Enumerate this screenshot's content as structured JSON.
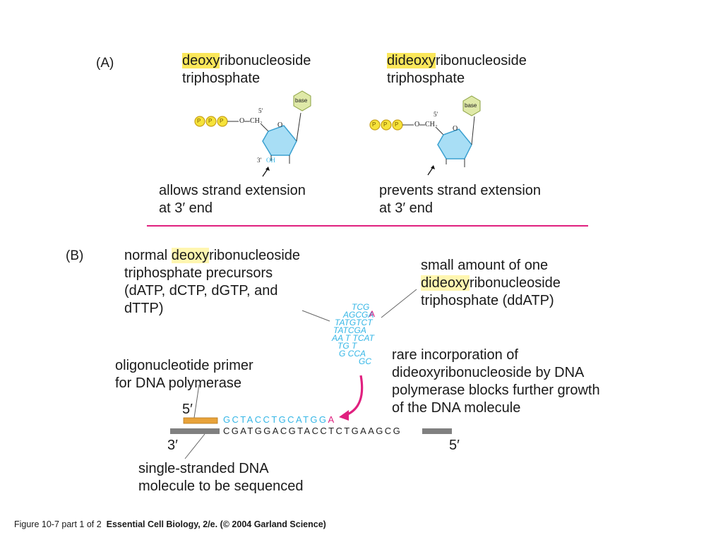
{
  "panel_a": {
    "label": "(A)",
    "left_title_hl": "deoxy",
    "left_title_rest": "ribonucleoside",
    "left_title_line2": "triphosphate",
    "right_title_hl": "dideoxy",
    "right_title_rest": "ribonucleoside",
    "right_title_line2": "triphosphate",
    "left_caption_line1": "allows strand extension",
    "left_caption_line2": "at 3′ end",
    "right_caption_line1": "prevents strand extension",
    "right_caption_line2": "at 3′ end",
    "phosphate": "P",
    "base": "base",
    "five_prime_small": "5′",
    "three_prime_small": "3′",
    "oh": "OH",
    "ch2": "CH₂",
    "o": "O"
  },
  "panel_b": {
    "label": "(B)",
    "normal_line1_pre": "normal ",
    "normal_line1_hl": "deoxy",
    "normal_line1_rest": "ribonucleoside",
    "normal_line2": "triphosphate precursors",
    "normal_line3": "(dATP, dCTP, dGTP, and",
    "normal_line4": "dTTP)",
    "small_line1": "small amount of one",
    "small_line2_hl": "dideoxy",
    "small_line2_rest": "ribonucleoside",
    "small_line3": "triphosphate (ddATP)",
    "rare_line1": "rare incorporation of",
    "rare_line2": "dideoxyribonucleoside by DNA",
    "rare_line3": "polymerase blocks further growth",
    "rare_line4": "of the DNA molecule",
    "primer_line1": "oligonucleotide primer",
    "primer_line2": "for DNA polymerase",
    "template_line1": "single-stranded DNA",
    "template_line2": "molecule to be sequenced",
    "five_prime": "5′",
    "three_prime": "3′",
    "five_prime_right": "5′",
    "new_strand": "GCTACCTGCATGG",
    "new_strand_end": "A",
    "template_strand": "CGATGGACGTACCTCTGAAGCG",
    "cloud_lines": [
      "TCG",
      "AGCGA",
      "TATGTCT",
      "TATCGA",
      "AA T TCAT",
      "TG  T",
      "G  CCA",
      "GC"
    ]
  },
  "caption": {
    "figure": "Figure 10-7 part 1 of 2",
    "book": "Essential Cell Biology, 2/e. (© 2004 Garland Science)"
  },
  "colors": {
    "highlight": "#fbe75a",
    "divider": "#e0207f",
    "cyan": "#35b6e6",
    "magenta": "#e0207f",
    "primer": "#e8a33a",
    "template": "#808080"
  }
}
